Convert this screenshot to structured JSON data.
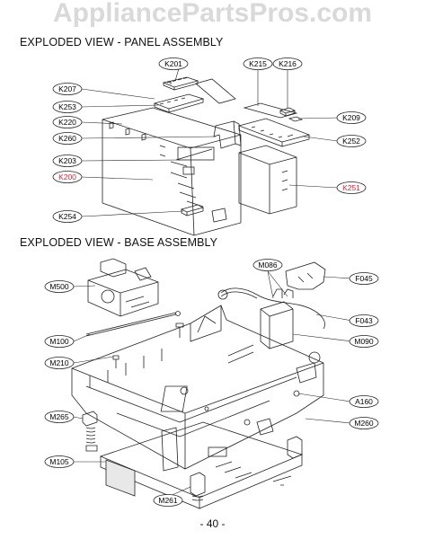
{
  "watermark": "AppliancePartsPros.com",
  "panel_section": {
    "title": "EXPLODED VIEW - PANEL ASSEMBLY",
    "labels": {
      "K201": "K201",
      "K207": "K207",
      "K253": "K253",
      "K220": "K220",
      "K260": "K260",
      "K203": "K203",
      "K200": "K200",
      "K254": "K254",
      "K215": "K215",
      "K216": "K216",
      "K209": "K209",
      "K252": "K252",
      "K251": "K251"
    }
  },
  "base_section": {
    "title": "EXPLODED VIEW - BASE ASSEMBLY",
    "labels": {
      "M500": "M500",
      "M100": "M100",
      "M210": "M210",
      "M265": "M265",
      "M105": "M105",
      "M261": "M261",
      "M086": "M086",
      "F045": "F045",
      "F043": "F043",
      "M090": "M090",
      "A160": "A160",
      "M260": "M260"
    }
  },
  "colors": {
    "highlight_label": "#c03040",
    "line": "#222222",
    "watermark": "#d9d9d9"
  },
  "page_number": "- 40 -"
}
